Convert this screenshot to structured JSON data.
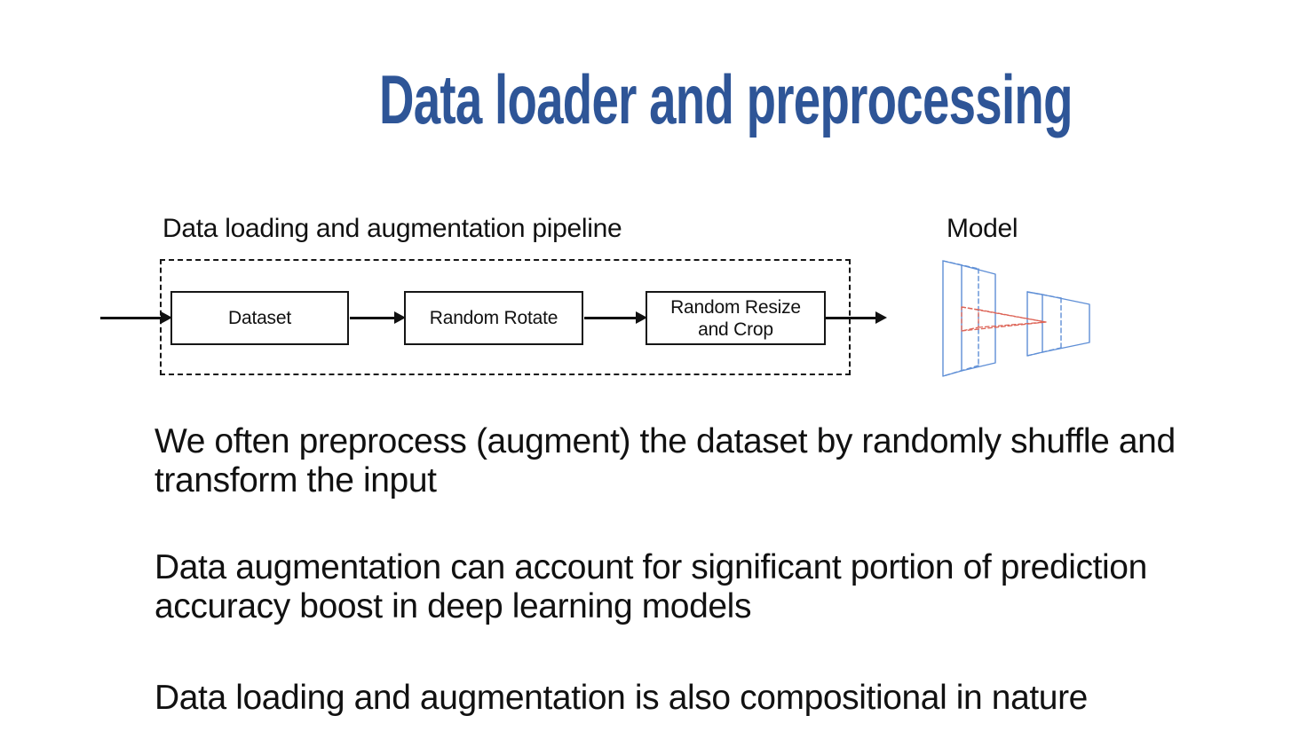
{
  "title": "Data loader and preprocessing",
  "pipeline": {
    "label": "Data loading and augmentation pipeline",
    "steps": [
      {
        "lines": [
          "Dataset"
        ]
      },
      {
        "lines": [
          "Random Rotate"
        ]
      },
      {
        "lines": [
          "Random Resize",
          "and Crop"
        ]
      }
    ]
  },
  "model": {
    "label": "Model"
  },
  "paragraphs": [
    {
      "lines": [
        "We often preprocess (augment) the dataset by randomly shuffle and",
        "transform the input"
      ]
    },
    {
      "lines": [
        "Data augmentation can account for significant portion of prediction",
        "accuracy boost in deep learning models"
      ]
    },
    {
      "lines": [
        "Data loading and augmentation is also compositional in nature"
      ]
    }
  ],
  "colors": {
    "title_blue": "#2e5597",
    "model_blue": "#5f8fd6",
    "model_red": "#dd6457",
    "text": "#111111"
  }
}
